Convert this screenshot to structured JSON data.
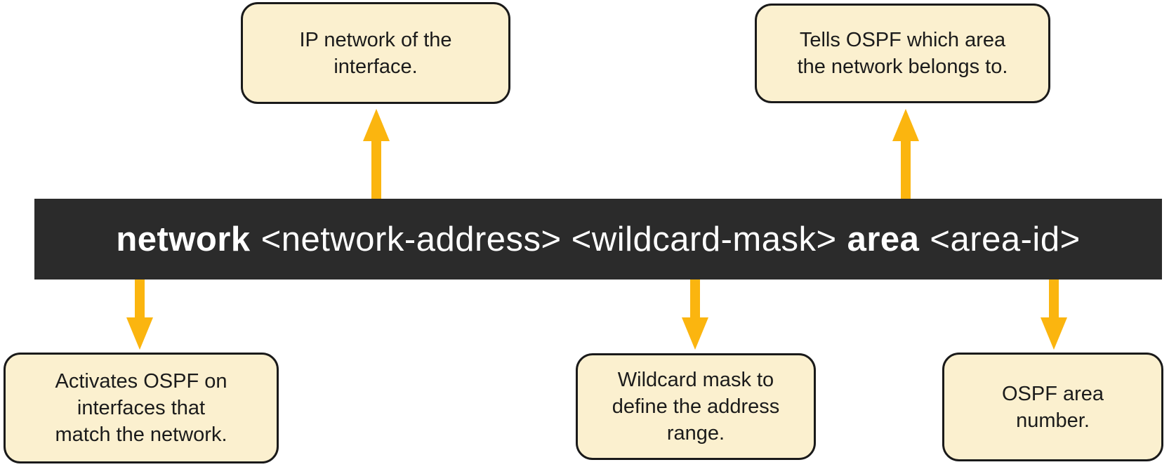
{
  "command_bar": {
    "keyword_network": "network",
    "params_network_wildcard": "<network-address> <wildcard-mask>",
    "keyword_area": "area",
    "param_area_id": "<area-id>"
  },
  "callouts": {
    "top_left": {
      "lines": [
        "IP network of the",
        "interface."
      ]
    },
    "top_right": {
      "lines": [
        "Tells OSPF which area",
        "the network belongs to."
      ]
    },
    "bottom_left": {
      "lines": [
        "Activates OSPF on",
        "interfaces that",
        "match the network."
      ]
    },
    "bottom_middle": {
      "lines": [
        "Wildcard mask to",
        "define the address",
        "range."
      ]
    },
    "bottom_right": {
      "lines": [
        "OSPF area",
        "number."
      ]
    }
  },
  "colors": {
    "callout_fill": "#FBF0CF",
    "callout_border": "#1A1A1A",
    "bar_fill": "#2B2B2B",
    "bar_text": "#FFFFFF",
    "arrow": "#FBB50F",
    "background": "#FFFFFF"
  }
}
